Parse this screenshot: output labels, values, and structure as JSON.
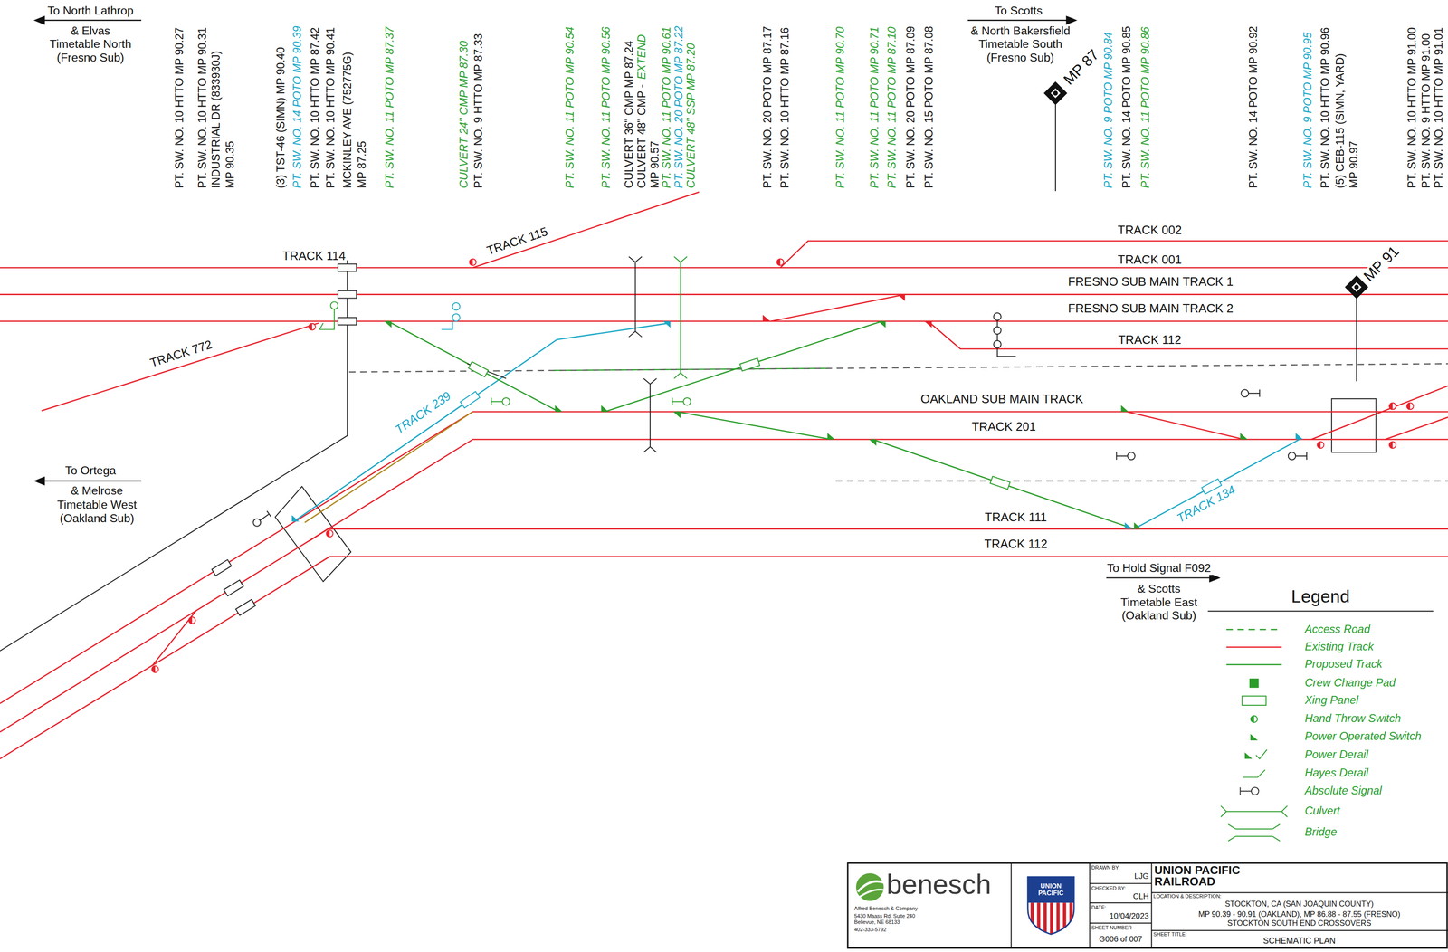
{
  "diagram": {
    "nodes": [
      {
        "text": [
          "benesch",
          "Alfred Benesch & Company",
          "5430 Maass Rd. Suite 240",
          "Bellevue, NE 68133",
          "402-333-5792"
        ]
      },
      {
        "text": [
          "UNION PACIFIC"
        ]
      },
      {
        "text": [
          "DRAWN BY:",
          "LJG"
        ]
      },
      {
        "text": [
          "CHECKED BY:",
          "CLH"
        ]
      },
      {
        "text": [
          "DATE:",
          "10/04/2023"
        ]
      },
      {
        "text": [
          "SHEET NUMBER",
          "G006 of 007"
        ]
      },
      {
        "text": [
          "UNION PACIFIC RAILROAD"
        ]
      },
      {
        "text": [
          "LOCATION & DESCRIPTION:",
          "STOCKTON, CA (SAN JOAQUIN COUNTY)",
          "MP 90.39 - 90.91 (OAKLAND), MP 86.88 - 87.55 (FRESNO)",
          "STOCKTON SOUTH END CROSSOVERS"
        ]
      },
      {
        "text": [
          "SHEET TITLE:",
          "SCHEMATIC PLAN"
        ]
      }
    ],
    "labels": [
      "To North Lathrop",
      "& Elvas",
      "Timetable North",
      "(Fresno Sub)",
      "PT. SW. NO. 10 HTTO MP 90.27",
      "PT. SW. NO. 10 HTTO MP 90.31",
      "INDUSTRIAL DR (833930J)",
      "MP 90.35",
      "(3) TST-46 (SIMN) MP 90.40",
      "PT. SW. NO. 14 POTO MP 90.39",
      "PT. SW. NO. 10 HTTO MP 87.42",
      "PT. SW. NO. 10 HTTO MP 90.41",
      "MCKINLEY AVE (752775G)",
      "MP 87.25",
      "PT. SW. NO. 11 POTO MP 87.37",
      "CULVERT 24\" CMP MP 87.30",
      "PT. SW. NO. 9 HTTO MP 87.33",
      "PT. SW. NO. 11 POTO MP 90.54",
      "PT. SW. NO. 11 POTO MP 90.56",
      "CULVERT 36\" CMP MP 87.24",
      "CULVERT 48\" CMP -",
      "EXTEND",
      "MP 90.57",
      "PT. SW. NO. 11 POTO MP 90.61",
      "PT. SW. NO. 20 POTO MP 87.22",
      "CULVERT 48\" SSP MP 87.20",
      "PT. SW. NO. 20 POTO MP 87.17",
      "PT. SW. NO. 10 HTTO MP 87.16",
      "PT. SW. NO. 11 POTO MP 90.70",
      "PT. SW. NO. 11 POTO MP 90.71",
      "PT. SW. NO. 11 POTO MP 87.10",
      "PT. SW. NO. 20 POTO MP 87.09",
      "PT. SW. NO. 15 POTO MP 87.08",
      "To Scotts",
      "& North Bakersfield",
      "Timetable South",
      "(Fresno Sub)",
      "MP 87",
      "PT. SW. NO. 9 POTO MP 90.84",
      "PT. SW. NO. 14 POTO MP 90.85",
      "PT. SW. NO. 11 POTO MP 90.86",
      "PT. SW. NO. 14 POTO MP 90.92",
      "PT. SW. NO. 9 POTO MP 90.95",
      "PT. SW. NO. 10 HTTO MP 90.96",
      "(5) CEB-115 (SIMN, YARD)",
      "MP 90.97",
      "PT. SW. NO. 10 HTTO MP 91.00",
      "PT. SW. NO. 9 HTTO MP 91.00",
      "PT. SW. NO. 10 HTTO MP 91.01",
      "TRACK 114",
      "TRACK 115",
      "TRACK 002",
      "TRACK 001",
      "FRESNO SUB MAIN TRACK 1",
      "FRESNO SUB MAIN TRACK 2",
      "TRACK 112",
      "MP 91",
      "TRACK 772",
      "TRACK 239",
      "OAKLAND SUB MAIN TRACK",
      "TRACK 201",
      "To Ortega",
      "& Melrose",
      "Timetable West",
      "(Oakland Sub)",
      "TRACK 111",
      "TRACK 134",
      "TRACK 112",
      "To Hold Signal F092",
      "& Scotts",
      "Timetable East",
      "(Oakland Sub)",
      "Legend"
    ],
    "legend": [
      {
        "text": "Access Road"
      },
      {
        "text": "Existing Track"
      },
      {
        "text": "Proposed Track"
      },
      {
        "text": "Crew Change Pad"
      },
      {
        "text": "Xing Panel"
      },
      {
        "text": "Hand Throw Switch"
      },
      {
        "text": "Power Operated Switch"
      },
      {
        "text": "Power Derail"
      },
      {
        "text": "Hayes Derail"
      },
      {
        "text": "Absolute Signal"
      },
      {
        "text": "Culvert"
      },
      {
        "text": "Bridge"
      }
    ]
  }
}
